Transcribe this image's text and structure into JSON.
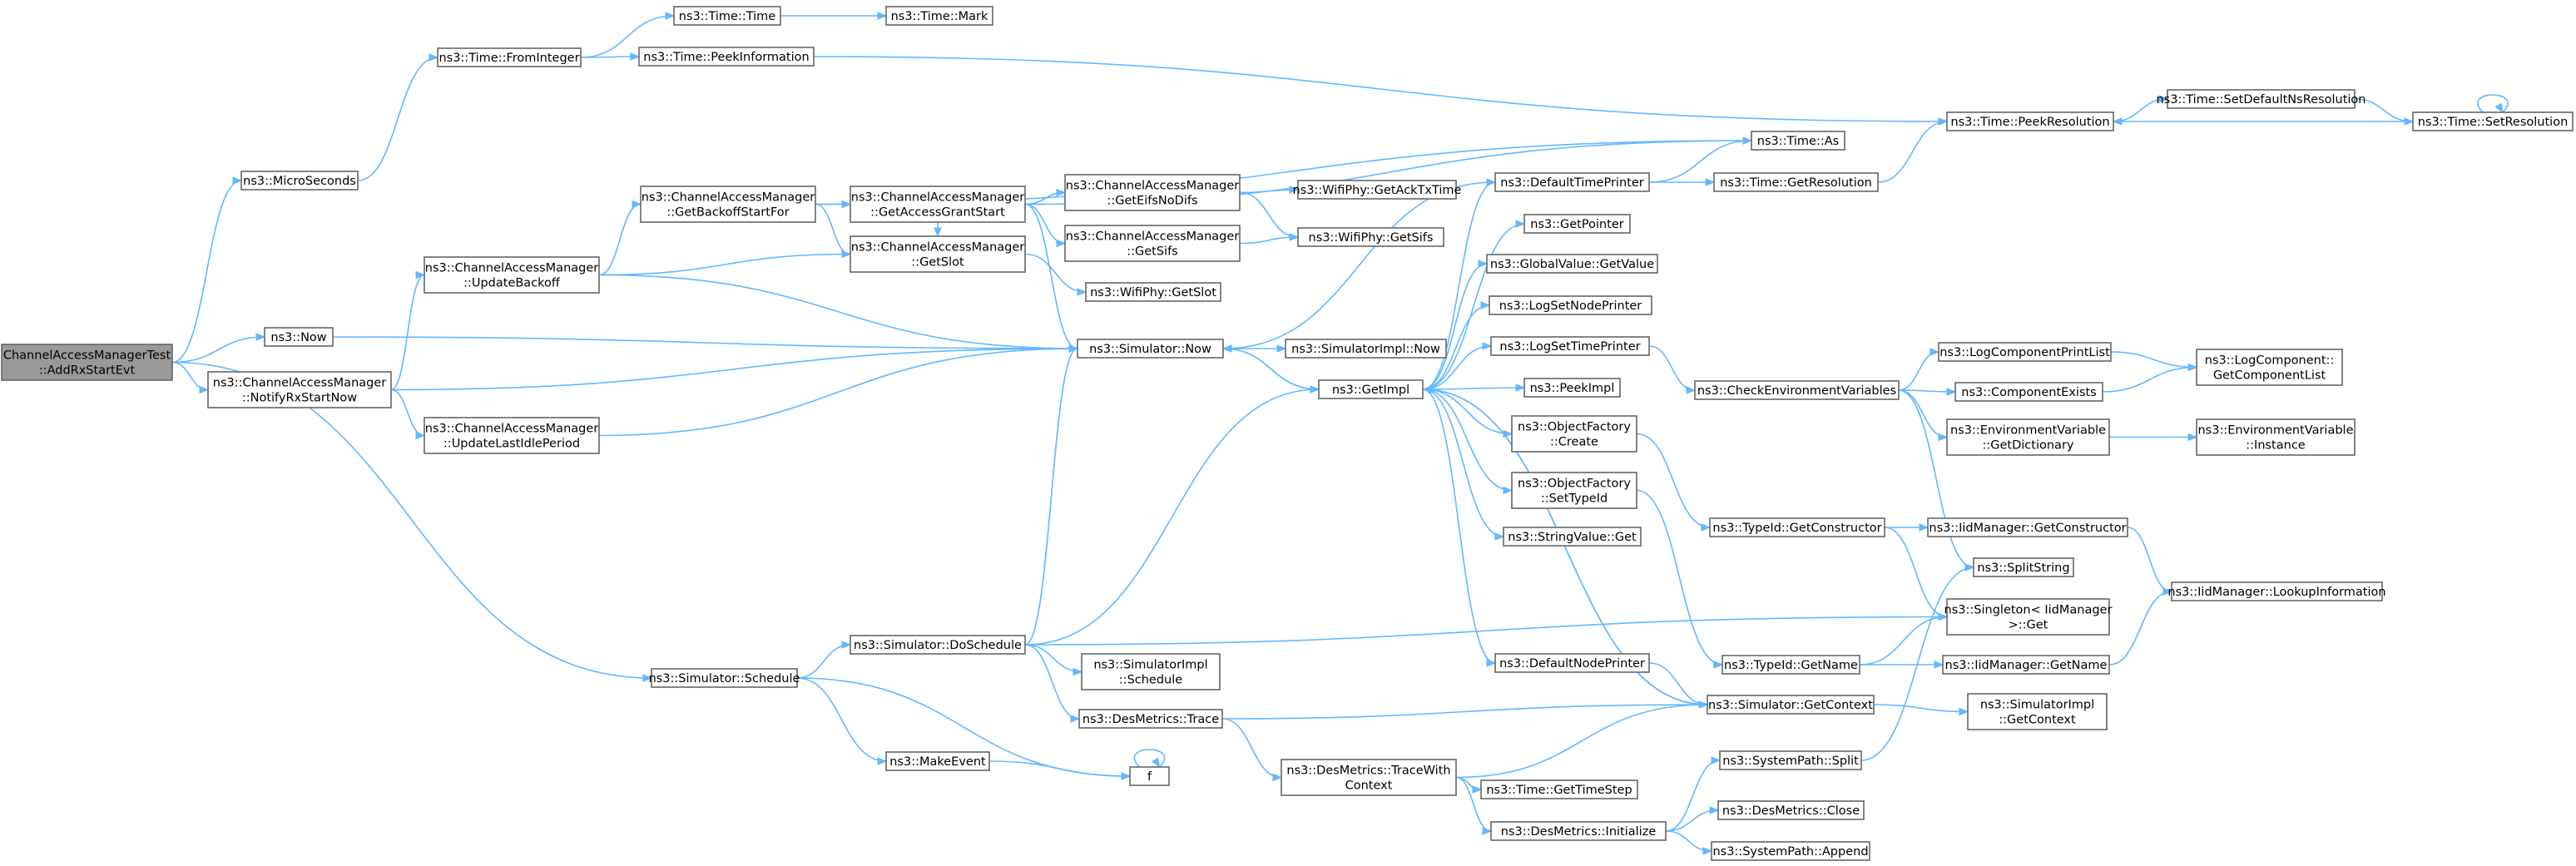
{
  "graph": {
    "nodes": [
      {
        "id": "root",
        "lines": [
          "ChannelAccessManagerTest",
          "::AddRxStartEvt"
        ],
        "root": true
      },
      {
        "id": "microseconds",
        "lines": [
          "ns3::MicroSeconds"
        ]
      },
      {
        "id": "now",
        "lines": [
          "ns3::Now"
        ]
      },
      {
        "id": "notifyrx",
        "lines": [
          "ns3::ChannelAccessManager",
          "::NotifyRxStartNow"
        ]
      },
      {
        "id": "schedule",
        "lines": [
          "ns3::Simulator::Schedule"
        ]
      },
      {
        "id": "frominteger",
        "lines": [
          "ns3::Time::FromInteger"
        ]
      },
      {
        "id": "timetime",
        "lines": [
          "ns3::Time::Time"
        ]
      },
      {
        "id": "timemark",
        "lines": [
          "ns3::Time::Mark"
        ]
      },
      {
        "id": "peekinfo",
        "lines": [
          "ns3::Time::PeekInformation"
        ]
      },
      {
        "id": "updatebackoff",
        "lines": [
          "ns3::ChannelAccessManager",
          "::UpdateBackoff"
        ]
      },
      {
        "id": "updatelastidle",
        "lines": [
          "ns3::ChannelAccessManager",
          "::UpdateLastIdlePeriod"
        ]
      },
      {
        "id": "getbackoff",
        "lines": [
          "ns3::ChannelAccessManager",
          "::GetBackoffStartFor"
        ]
      },
      {
        "id": "getaccessgrant",
        "lines": [
          "ns3::ChannelAccessManager",
          "::GetAccessGrantStart"
        ]
      },
      {
        "id": "getslot",
        "lines": [
          "ns3::ChannelAccessManager",
          "::GetSlot"
        ]
      },
      {
        "id": "geteifs",
        "lines": [
          "ns3::ChannelAccessManager",
          "::GetEifsNoDifs"
        ]
      },
      {
        "id": "getsifs",
        "lines": [
          "ns3::ChannelAccessManager",
          "::GetSifs"
        ]
      },
      {
        "id": "wifiacktx",
        "lines": [
          "ns3::WifiPhy::GetAckTxTime"
        ]
      },
      {
        "id": "wifisifs",
        "lines": [
          "ns3::WifiPhy::GetSifs"
        ]
      },
      {
        "id": "wifislot",
        "lines": [
          "ns3::WifiPhy::GetSlot"
        ]
      },
      {
        "id": "simnow",
        "lines": [
          "ns3::Simulator::Now"
        ]
      },
      {
        "id": "simimplnow",
        "lines": [
          "ns3::SimulatorImpl::Now"
        ]
      },
      {
        "id": "getimpl",
        "lines": [
          "ns3::GetImpl"
        ]
      },
      {
        "id": "doschedule",
        "lines": [
          "ns3::Simulator::DoSchedule"
        ]
      },
      {
        "id": "makeevent",
        "lines": [
          "ns3::MakeEvent"
        ]
      },
      {
        "id": "f",
        "lines": [
          "f"
        ]
      },
      {
        "id": "simimplschedule",
        "lines": [
          "ns3::SimulatorImpl",
          "::Schedule"
        ]
      },
      {
        "id": "desmetricstrace",
        "lines": [
          "ns3::DesMetrics::Trace"
        ]
      },
      {
        "id": "tracewithcontext",
        "lines": [
          "ns3::DesMetrics::TraceWith",
          "Context"
        ]
      },
      {
        "id": "gettimestep",
        "lines": [
          "ns3::Time::GetTimeStep"
        ]
      },
      {
        "id": "desinit",
        "lines": [
          "ns3::DesMetrics::Initialize"
        ]
      },
      {
        "id": "defaulttimeprinter",
        "lines": [
          "ns3::DefaultTimePrinter"
        ]
      },
      {
        "id": "getpointer",
        "lines": [
          "ns3::GetPointer"
        ]
      },
      {
        "id": "globalvalue",
        "lines": [
          "ns3::GlobalValue::GetValue"
        ]
      },
      {
        "id": "logsetnode",
        "lines": [
          "ns3::LogSetNodePrinter"
        ]
      },
      {
        "id": "logsettime",
        "lines": [
          "ns3::LogSetTimePrinter"
        ]
      },
      {
        "id": "peekimpl",
        "lines": [
          "ns3::PeekImpl"
        ]
      },
      {
        "id": "objfactorycreate",
        "lines": [
          "ns3::ObjectFactory",
          "::Create"
        ]
      },
      {
        "id": "objfactorysettypeid",
        "lines": [
          "ns3::ObjectFactory",
          "::SetTypeId"
        ]
      },
      {
        "id": "stringvalueget",
        "lines": [
          "ns3::StringValue::Get"
        ]
      },
      {
        "id": "defaultnodeprinter",
        "lines": [
          "ns3::DefaultNodePrinter"
        ]
      },
      {
        "id": "timeas",
        "lines": [
          "ns3::Time::As"
        ]
      },
      {
        "id": "timegetres",
        "lines": [
          "ns3::Time::GetResolution"
        ]
      },
      {
        "id": "peekres",
        "lines": [
          "ns3::Time::PeekResolution"
        ]
      },
      {
        "id": "setdefaultns",
        "lines": [
          "ns3::Time::SetDefaultNsResolution"
        ]
      },
      {
        "id": "setres",
        "lines": [
          "ns3::Time::SetResolution"
        ]
      },
      {
        "id": "checkenv",
        "lines": [
          "ns3::CheckEnvironmentVariables"
        ]
      },
      {
        "id": "logcompprint",
        "lines": [
          "ns3::LogComponentPrintList"
        ]
      },
      {
        "id": "compexists",
        "lines": [
          "ns3::ComponentExists"
        ]
      },
      {
        "id": "envgetdict",
        "lines": [
          "ns3::EnvironmentVariable",
          "::GetDictionary"
        ]
      },
      {
        "id": "logcompgetlist",
        "lines": [
          "ns3::LogComponent::",
          "GetComponentList"
        ]
      },
      {
        "id": "envinstance",
        "lines": [
          "ns3::EnvironmentVariable",
          "::Instance"
        ]
      },
      {
        "id": "typeidgetctor",
        "lines": [
          "ns3::TypeId::GetConstructor"
        ]
      },
      {
        "id": "typeidgetname",
        "lines": [
          "ns3::TypeId::GetName"
        ]
      },
      {
        "id": "simgetcontext",
        "lines": [
          "ns3::Simulator::GetContext"
        ]
      },
      {
        "id": "syspathsplit",
        "lines": [
          "ns3::SystemPath::Split"
        ]
      },
      {
        "id": "desclose",
        "lines": [
          "ns3::DesMetrics::Close"
        ]
      },
      {
        "id": "syspathappend",
        "lines": [
          "ns3::SystemPath::Append"
        ]
      },
      {
        "id": "iidgetctor",
        "lines": [
          "ns3::IidManager::GetConstructor"
        ]
      },
      {
        "id": "splitstring",
        "lines": [
          "ns3::SplitString"
        ]
      },
      {
        "id": "singletonget",
        "lines": [
          "ns3::Singleton< IidManager",
          " >::Get"
        ]
      },
      {
        "id": "iidgetname",
        "lines": [
          "ns3::IidManager::GetName"
        ]
      },
      {
        "id": "iidlookup",
        "lines": [
          "ns3::IidManager::LookupInformation"
        ]
      },
      {
        "id": "simimplgetcontext",
        "lines": [
          "ns3::SimulatorImpl",
          "::GetContext"
        ]
      }
    ],
    "edges": [
      [
        "root",
        "microseconds"
      ],
      [
        "root",
        "now"
      ],
      [
        "root",
        "notifyrx"
      ],
      [
        "root",
        "schedule"
      ],
      [
        "microseconds",
        "frominteger"
      ],
      [
        "frominteger",
        "timetime"
      ],
      [
        "frominteger",
        "peekinfo"
      ],
      [
        "timetime",
        "timemark"
      ],
      [
        "peekinfo",
        "peekres"
      ],
      [
        "now",
        "simnow"
      ],
      [
        "notifyrx",
        "updatebackoff"
      ],
      [
        "notifyrx",
        "simnow"
      ],
      [
        "notifyrx",
        "updatelastidle"
      ],
      [
        "updatebackoff",
        "getbackoff"
      ],
      [
        "updatebackoff",
        "getslot"
      ],
      [
        "updatebackoff",
        "simnow"
      ],
      [
        "updatelastidle",
        "simnow"
      ],
      [
        "getbackoff",
        "getaccessgrant"
      ],
      [
        "getbackoff",
        "getslot"
      ],
      [
        "getbackoff",
        "timeas"
      ],
      [
        "getaccessgrant",
        "geteifs"
      ],
      [
        "getaccessgrant",
        "getsifs"
      ],
      [
        "getaccessgrant",
        "getslot"
      ],
      [
        "getaccessgrant",
        "simnow"
      ],
      [
        "getaccessgrant",
        "timeas"
      ],
      [
        "geteifs",
        "wifiacktx"
      ],
      [
        "geteifs",
        "wifisifs"
      ],
      [
        "getsifs",
        "wifisifs"
      ],
      [
        "getslot",
        "wifislot"
      ],
      [
        "simnow",
        "simimplnow"
      ],
      [
        "simnow",
        "getimpl"
      ],
      [
        "schedule",
        "doschedule"
      ],
      [
        "schedule",
        "makeevent"
      ],
      [
        "schedule",
        "f"
      ],
      [
        "makeevent",
        "f"
      ],
      [
        "f",
        "f"
      ],
      [
        "doschedule",
        "simnow"
      ],
      [
        "doschedule",
        "getimpl"
      ],
      [
        "doschedule",
        "simimplschedule"
      ],
      [
        "doschedule",
        "desmetricstrace"
      ],
      [
        "doschedule",
        "singletonget"
      ],
      [
        "desmetricstrace",
        "tracewithcontext"
      ],
      [
        "desmetricstrace",
        "simgetcontext"
      ],
      [
        "tracewithcontext",
        "gettimestep"
      ],
      [
        "tracewithcontext",
        "desinit"
      ],
      [
        "tracewithcontext",
        "simgetcontext"
      ],
      [
        "desinit",
        "syspathsplit"
      ],
      [
        "desinit",
        "desclose"
      ],
      [
        "desinit",
        "syspathappend"
      ],
      [
        "syspathsplit",
        "splitstring"
      ],
      [
        "getimpl",
        "defaulttimeprinter"
      ],
      [
        "getimpl",
        "getpointer"
      ],
      [
        "getimpl",
        "globalvalue"
      ],
      [
        "getimpl",
        "logsetnode"
      ],
      [
        "getimpl",
        "logsettime"
      ],
      [
        "getimpl",
        "peekimpl"
      ],
      [
        "getimpl",
        "objfactorycreate"
      ],
      [
        "getimpl",
        "objfactorysettypeid"
      ],
      [
        "getimpl",
        "stringvalueget"
      ],
      [
        "getimpl",
        "defaultnodeprinter"
      ],
      [
        "getimpl",
        "simgetcontext"
      ],
      [
        "getimpl",
        "simnow"
      ],
      [
        "defaulttimeprinter",
        "timeas"
      ],
      [
        "defaulttimeprinter",
        "timegetres"
      ],
      [
        "defaulttimeprinter",
        "simnow"
      ],
      [
        "timegetres",
        "peekres"
      ],
      [
        "peekres",
        "setdefaultns"
      ],
      [
        "setdefaultns",
        "setres"
      ],
      [
        "setres",
        "setres"
      ],
      [
        "setres",
        "peekres"
      ],
      [
        "logsettime",
        "checkenv"
      ],
      [
        "checkenv",
        "logcompprint"
      ],
      [
        "checkenv",
        "compexists"
      ],
      [
        "checkenv",
        "envgetdict"
      ],
      [
        "checkenv",
        "splitstring"
      ],
      [
        "logcompprint",
        "logcompgetlist"
      ],
      [
        "compexists",
        "logcompgetlist"
      ],
      [
        "envgetdict",
        "envinstance"
      ],
      [
        "objfactorycreate",
        "typeidgetctor"
      ],
      [
        "objfactorysettypeid",
        "typeidgetname"
      ],
      [
        "typeidgetctor",
        "iidgetctor"
      ],
      [
        "typeidgetctor",
        "singletonget"
      ],
      [
        "typeidgetname",
        "singletonget"
      ],
      [
        "typeidgetname",
        "iidgetname"
      ],
      [
        "iidgetctor",
        "iidlookup"
      ],
      [
        "iidgetname",
        "iidlookup"
      ],
      [
        "defaultnodeprinter",
        "simgetcontext"
      ],
      [
        "simgetcontext",
        "getimpl"
      ],
      [
        "simgetcontext",
        "simimplgetcontext"
      ]
    ]
  }
}
